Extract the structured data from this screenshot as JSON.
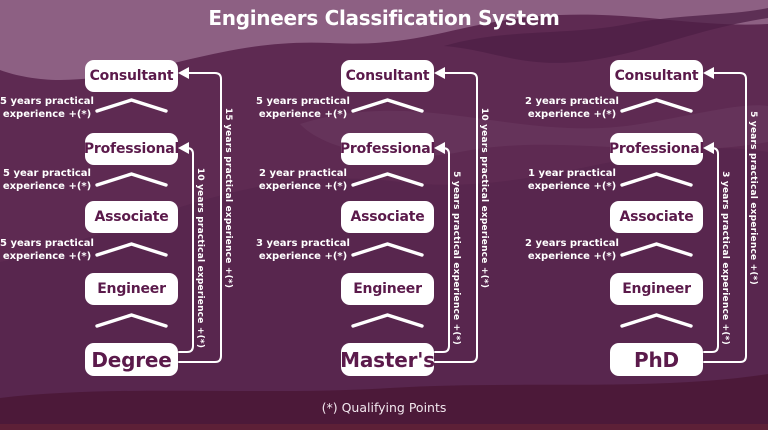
{
  "title": "Engineers Classification System",
  "footnote": "(*) Qualifying Points",
  "colors": {
    "background": "#5e2a52",
    "wave_light": "#8d6083",
    "wave_mid": "#7a4b6e",
    "wave_dark": "#4e1f45",
    "wave_shade": "#53224a",
    "bottom_band": "#4c1939",
    "bottom_strip": "#5d2037",
    "box_bg": "#ffffff",
    "box_text": "#5b1a4b",
    "line_color": "#ffffff",
    "label_color": "#ffffff"
  },
  "columns": [
    {
      "base": "Degree",
      "levels": [
        "Consultant",
        "Professional",
        "Associate",
        "Engineer"
      ],
      "step_labels": [
        [
          "5 years practical",
          "experience +(*)"
        ],
        [
          "5 year practical",
          "experience +(*)"
        ],
        [
          "5 years practical",
          "experience +(*)"
        ]
      ],
      "side_paths": {
        "inner": "10 years practical experience +(*)",
        "outer": "15 years practical experience +(*)"
      }
    },
    {
      "base": "Master's",
      "levels": [
        "Consultant",
        "Professional",
        "Associate",
        "Engineer"
      ],
      "step_labels": [
        [
          "5 years practical",
          "experience +(*)"
        ],
        [
          "2 year practical",
          "experience +(*)"
        ],
        [
          "3 years practical",
          "experience +(*)"
        ]
      ],
      "side_paths": {
        "inner": "5 years practical experience +(*)",
        "outer": "10 years practical experience +(*)"
      }
    },
    {
      "base": "PhD",
      "levels": [
        "Consultant",
        "Professional",
        "Associate",
        "Engineer"
      ],
      "step_labels": [
        [
          "2 years practical",
          "experience +(*)"
        ],
        [
          "1 year practical",
          "experience +(*)"
        ],
        [
          "2 years practical",
          "experience +(*)"
        ]
      ],
      "side_paths": {
        "inner": "3 years practical experience +(*)",
        "outer": "5 years practical experience +(*)"
      }
    }
  ]
}
